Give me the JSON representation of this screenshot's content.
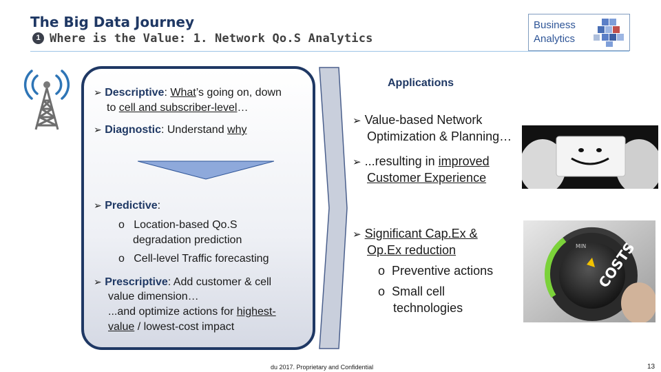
{
  "header": {
    "title": "The Big Data Journey",
    "badge_number": "1",
    "subtitle": "Where is the Value: 1. Network Qo.S Analytics",
    "logo_line1": "Business",
    "logo_line2": "Analytics"
  },
  "left_panel": {
    "descriptive_head": "Descriptive",
    "descriptive_text1": ": ",
    "descriptive_what": "What",
    "descriptive_text2": "’s going on, down",
    "descriptive_line2_pre": "to ",
    "descriptive_line2_link": "cell and subscriber-level",
    "descriptive_line2_post": "…",
    "diagnostic_head": "Diagnostic",
    "diagnostic_text": ": Understand ",
    "diagnostic_why": "why",
    "predictive_head": "Predictive",
    "predictive_colon": ":",
    "predictive_items": [
      "Location-based Qo.S",
      "degradation prediction",
      "Cell-level Traffic forecasting"
    ],
    "sub_bullet": "o",
    "prescriptive_head": "Prescriptive",
    "prescriptive_text": ": Add customer & cell",
    "prescriptive_line2": "value dimension…",
    "prescriptive_line3_pre": "...and optimize actions for ",
    "prescriptive_line3_link": "highest-",
    "prescriptive_line4_link": "value",
    "prescriptive_line4_post": " / lowest-cost impact"
  },
  "applications": {
    "title": "Applications",
    "item1_line1": "Value-based Network",
    "item1_line2": "Optimization & Planning…",
    "item2_line1_pre": "...resulting in ",
    "item2_line1_link": "improved",
    "item2_line2_link": "Customer Experience",
    "item3_line1": "Significant Cap.Ex &",
    "item3_line2": "Op.Ex reduction",
    "item3_sub1": "Preventive actions",
    "item3_sub2_line1": "Small cell",
    "item3_sub2_line2": "technologies",
    "dial_label": "COSTS",
    "dial_min": "MIN"
  },
  "footer": {
    "text": "du 2017. Proprietary and Confidential",
    "page": "13"
  },
  "colors": {
    "navy": "#1f3864",
    "accent_blue": "#2e5597",
    "line_blue": "#9dc3e6",
    "triangle_fill": "#8ea9db"
  },
  "icons": [
    "cell-tower-icon",
    "business-analytics-cubes-icon",
    "bullet-arrow-icon",
    "down-arrow-icon",
    "chevron-right-icon"
  ]
}
